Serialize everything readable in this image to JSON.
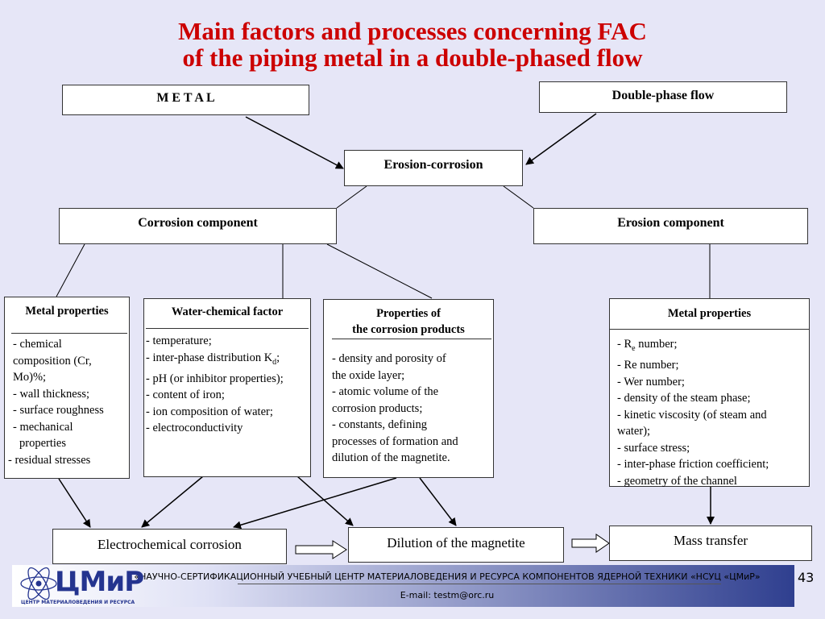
{
  "title": {
    "line1": "Main factors and processes concerning FAC",
    "line2": "of the piping metal in a double-phased flow"
  },
  "boxes": {
    "metal": "M E T A L",
    "double_phase_flow": "Double-phase flow",
    "erosion_corrosion": "Erosion-corrosion",
    "corrosion_component": "Corrosion component",
    "erosion_component": "Erosion component",
    "electrochemical_corrosion": "Electrochemical corrosion",
    "dilution_of_magnetite": "Dilution of the magnetite",
    "mass_transfer": "Mass transfer"
  },
  "metal_properties_left": {
    "header": "Metal properties",
    "items": [
      "- chemical",
      "composition (Cr,",
      "Mo)%;",
      "- wall thickness;",
      "- surface roughness",
      "- mechanical",
      "properties",
      "- residual stresses"
    ]
  },
  "water_chemical_factor": {
    "header": "Water-chemical factor",
    "items": [
      "- temperature;",
      "- inter-phase distribution K",
      "- pH (or inhibitor properties);",
      "- content of iron;",
      "- ion composition of water;",
      "- electroconductivity"
    ],
    "kd_sub": "d",
    "kd_suffix": ";"
  },
  "corrosion_products": {
    "header_line1": "Properties of",
    "header_line2": "the corrosion products",
    "items": [
      "- density and porosity of",
      "the oxide layer;",
      "- atomic volume of the",
      "corrosion products;",
      "- constants, defining",
      "processes of formation and",
      "dilution of the magnetite."
    ]
  },
  "metal_properties_right": {
    "header": "Metal properties",
    "re_prefix": "- R",
    "re_sub": "e",
    "re_suffix": " number;",
    "items": [
      "- Re number;",
      "- Wer number;",
      "- density of the steam phase;",
      "- kinetic viscosity (of steam and",
      "water);",
      "- surface stress;",
      "- inter-phase friction coefficient;",
      "- geometry of the channel"
    ]
  },
  "footer": {
    "org": "«НАУЧНО-СЕРТИФИКАЦИОННЫЙ УЧЕБНЫЙ ЦЕНТР МАТЕРИАЛОВЕДЕНИЯ И РЕСУРСА КОМПОНЕНТОВ ЯДЕРНОЙ ТЕХНИКИ «НСУЦ «ЦМиР»",
    "email": "E-mail: testm@orc.ru",
    "logo_text": "ЦМиР",
    "logo_sub": "ЦЕНТР МАТЕРИАЛОВЕДЕНИЯ И РЕСУРСА",
    "page_number": "43"
  }
}
